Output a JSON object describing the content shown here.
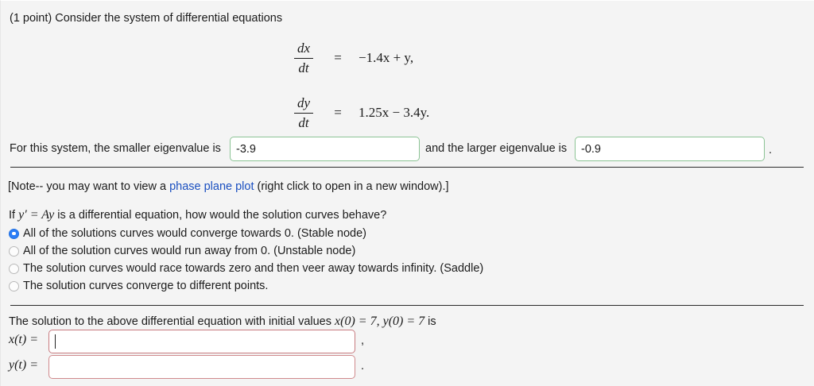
{
  "problem": {
    "points_label": "(1 point) Consider the system of differential equations",
    "equations": [
      {
        "lhs_num": "dx",
        "lhs_den": "dt",
        "relation": "=",
        "rhs": "−1.4x + y,"
      },
      {
        "lhs_num": "dy",
        "lhs_den": "dt",
        "relation": "=",
        "rhs": "1.25x − 3.4y."
      }
    ]
  },
  "eigenvalues": {
    "prefix_text": "For this system, the smaller eigenvalue is",
    "middle_text": "and the larger eigenvalue is",
    "trailing_punctuation": ".",
    "smaller_value": "-3.9",
    "larger_value": "-0.9",
    "smaller_placeholder": "",
    "larger_placeholder": "",
    "field_border_color": "#8cc495"
  },
  "note": {
    "before_link": "[Note-- you may want to view a ",
    "link_text": "phase plane plot",
    "after_link": " (right click to open in a new window).]",
    "link_color": "#1a4fc0"
  },
  "question": {
    "prefix": "If ",
    "math": "y′ = Ay",
    "suffix": " is a differential equation, how would the solution curves behave?",
    "options": [
      {
        "label": "All of the solutions curves would converge towards 0. (Stable node)",
        "selected": true
      },
      {
        "label": "All of the solution curves would run away from 0. (Unstable node)",
        "selected": false
      },
      {
        "label": "The solution curves would race towards zero and then veer away towards infinity. (Saddle)",
        "selected": false
      },
      {
        "label": "The solution curves converge to different points.",
        "selected": false
      }
    ],
    "selected_color": "#2b7df6"
  },
  "solution": {
    "prefix": "The solution to the above differential equation with initial values ",
    "initial_values_math": "x(0) = 7,  y(0) = 7",
    "suffix": " is",
    "x_label": "x(t) =",
    "y_label": "y(t) =",
    "x_value": "",
    "y_value": "",
    "x_placeholder": "",
    "y_placeholder": "",
    "comma": ",",
    "period": ".",
    "field_border_color": "#d08a8d"
  }
}
